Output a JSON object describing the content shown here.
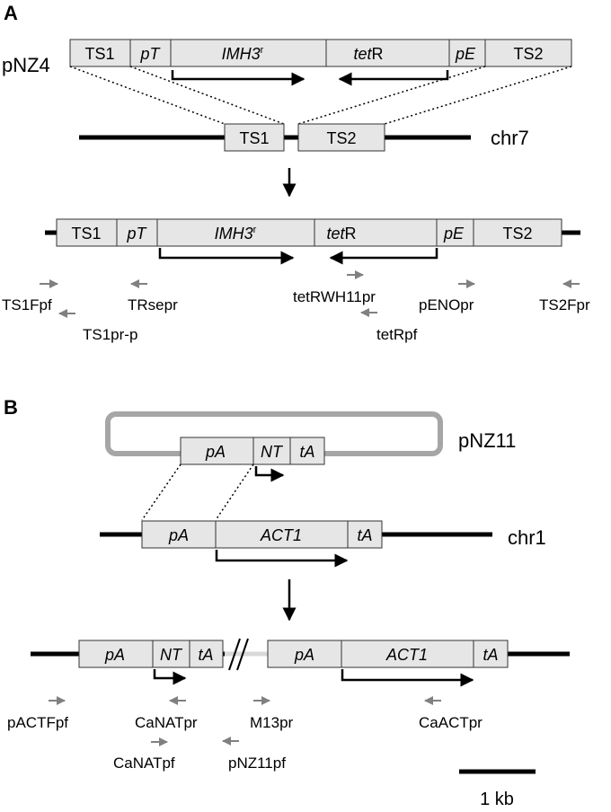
{
  "panel_a": {
    "letter": "A",
    "plasmid_name": "pNZ4",
    "chromosome_name": "chr7",
    "seg_ts1": "TS1",
    "seg_pt": "pT",
    "seg_imh3_base": "IMH3",
    "seg_imh3_sup": "r",
    "seg_tetr_italic": "tet",
    "seg_tetr_rest": "R",
    "seg_pe": "pE",
    "seg_ts2": "TS2",
    "primers": {
      "p1": "TS1Fpf",
      "p2": "TS1pr-p",
      "p3": "TRsepr",
      "p4": "tetRWH11pr",
      "p5": "tetRpf",
      "p6": "pENOpr",
      "p7": "TS2Fpr"
    }
  },
  "panel_b": {
    "letter": "B",
    "plasmid_name": "pNZ11",
    "chromosome_name": "chr1",
    "seg_pa": "pA",
    "seg_nt": "NT",
    "seg_ta": "tA",
    "seg_act1": "ACT1",
    "primers": {
      "p1": "pACTFpf",
      "p2": "CaNATpr",
      "p3": "CaNATpf",
      "p4": "M13pr",
      "p5": "pNZ11pf",
      "p6": "CaACTpr"
    }
  },
  "scale_bar_label": "1 kb",
  "colors": {
    "box_fill": "#e6e6e6",
    "box_stroke": "#333333",
    "primer_arrow": "#808080",
    "plasmid_ring": "#a6a6a6",
    "chromosome": "#000000"
  }
}
